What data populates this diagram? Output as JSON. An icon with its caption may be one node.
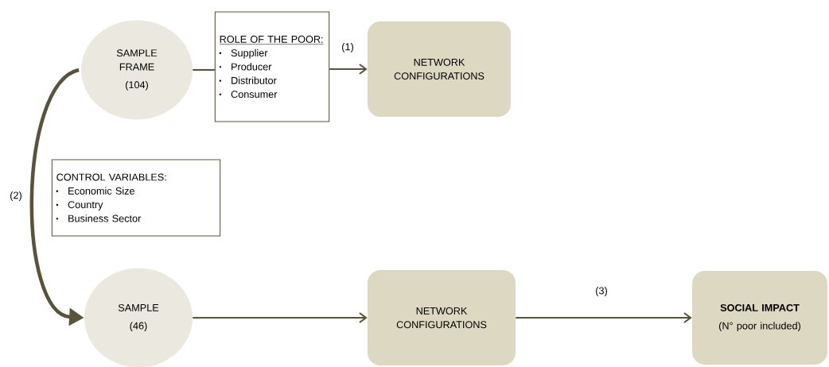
{
  "diagram": {
    "nodes": [
      {
        "text": [
          "SAMPLE FRAME",
          "(104)"
        ]
      },
      {
        "text": [
          "ROLE OF THE POOR:",
          "Supplier",
          "Producer",
          "Distributor",
          "Consumer"
        ]
      },
      {
        "text": [
          "NETWORK CONFIGURATIONS"
        ]
      },
      {
        "text": [
          "CONTROL VARIABLES:",
          "Economic Size",
          "Country",
          "Business Sector"
        ]
      },
      {
        "text": [
          "SAMPLE",
          "(46)"
        ]
      },
      {
        "text": [
          "NETWORK CONFIGURATIONS"
        ]
      },
      {
        "text": [
          "SOCIAL IMPACT",
          "(N° poor included)"
        ]
      }
    ],
    "edges": [
      {
        "from": 0,
        "to": 1,
        "arrow": "none"
      },
      {
        "from": 1,
        "to": 2,
        "arrow": "to",
        "label": "(1)"
      },
      {
        "from": 0,
        "to": 4,
        "arrow": "to",
        "label": "(2)",
        "style": "thick"
      },
      {
        "from": 4,
        "to": 5,
        "arrow": "to"
      },
      {
        "from": 5,
        "to": 6,
        "arrow": "to",
        "label": "(3)"
      }
    ]
  }
}
